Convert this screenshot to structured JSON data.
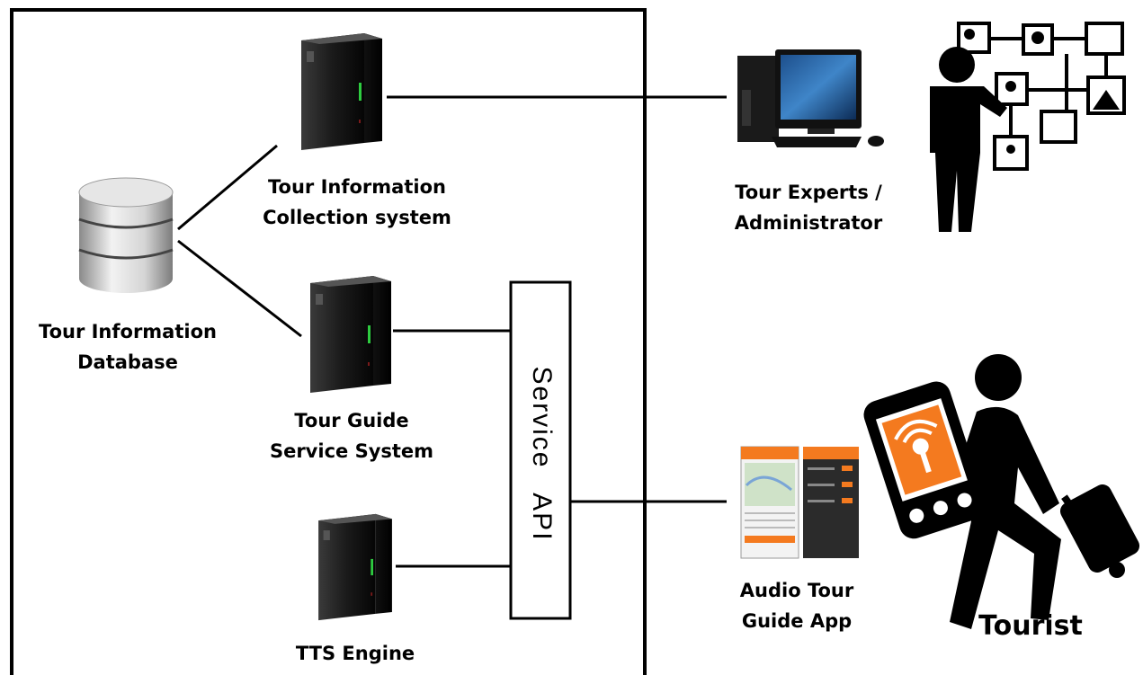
{
  "nodes": {
    "database": {
      "line1": "Tour Information",
      "line2": "Database"
    },
    "collection_system": {
      "line1": "Tour Information",
      "line2": "Collection system"
    },
    "guide_service": {
      "line1": "Tour Guide",
      "line2": "Service System"
    },
    "tts_engine": {
      "line1": "TTS Engine"
    },
    "service_api": {
      "label": "Service  API"
    },
    "experts": {
      "line1": "Tour Experts /",
      "line2": "Administrator"
    },
    "app": {
      "line1": "Audio Tour",
      "line2": "Guide App"
    },
    "tourist": {
      "label": "Tourist"
    }
  },
  "icons": {
    "database": "database-icon",
    "server": "server-tower-icon",
    "computer": "desktop-computer-icon",
    "expert": "person-with-flowchart-icon",
    "app": "mobile-app-screenshot-icon",
    "tourist": "tourist-with-phone-and-luggage-icon"
  },
  "colors": {
    "server_led": "#2ecc40",
    "app_orange": "#f47a1f",
    "line": "#000000"
  }
}
